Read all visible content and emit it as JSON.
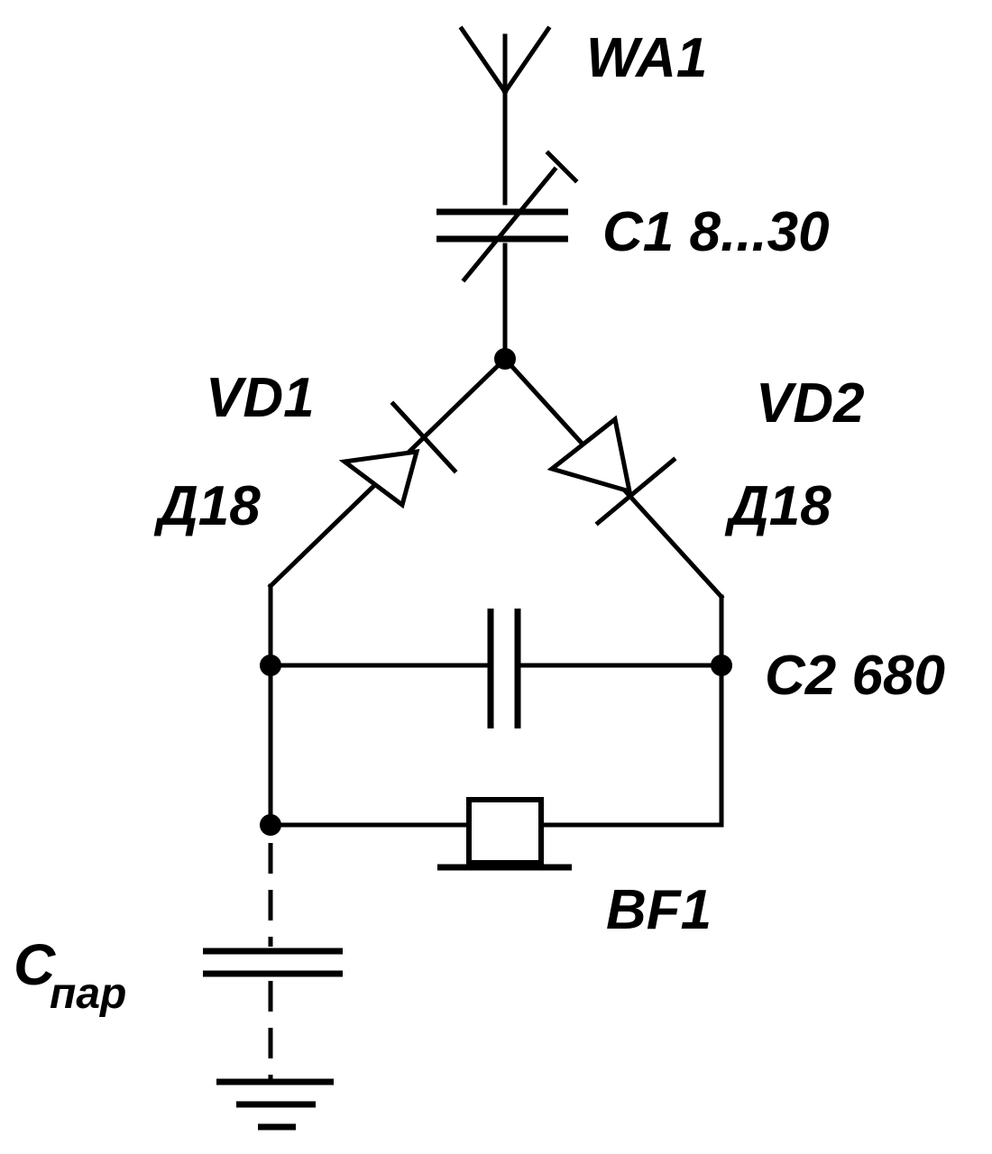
{
  "labels": {
    "antenna": "WA1",
    "c1": "C1 8...30",
    "vd1_ref": "VD1",
    "vd1_type": "Д18",
    "vd2_ref": "VD2",
    "vd2_type": "Д18",
    "c2": "C2 680",
    "bf1": "BF1",
    "cpar_main": "C",
    "cpar_sub": "пар"
  }
}
